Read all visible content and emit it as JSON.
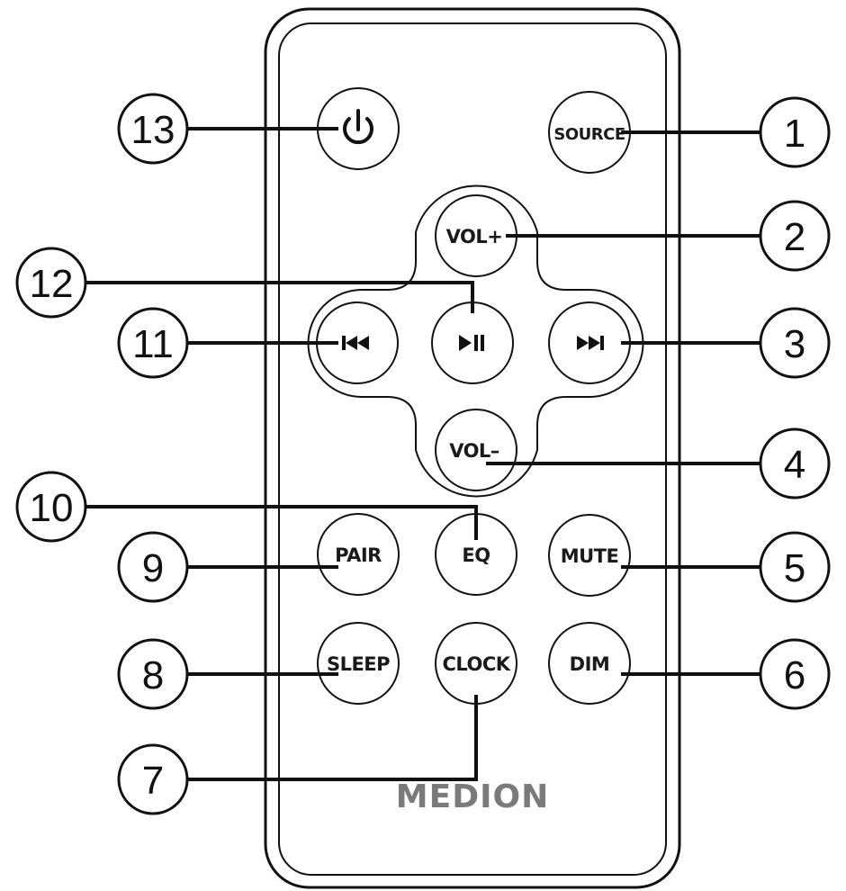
{
  "colors": {
    "outline": "#111111",
    "brand": "#7a7a7a",
    "background": "#ffffff"
  },
  "brand": "MEDION",
  "buttons": {
    "power": {
      "icon": "power-icon"
    },
    "source": {
      "label": "SOURCE"
    },
    "vol_plus": {
      "label": "VOL+"
    },
    "prev": {
      "icon": "skip-previous-icon"
    },
    "play_pause": {
      "icon": "play-pause-icon"
    },
    "next": {
      "icon": "skip-next-icon"
    },
    "vol_minus": {
      "label": "VOL–"
    },
    "pair": {
      "label": "PAIR"
    },
    "eq": {
      "label": "EQ"
    },
    "mute": {
      "label": "MUTE"
    },
    "sleep": {
      "label": "SLEEP"
    },
    "clock": {
      "label": "CLOCK"
    },
    "dim": {
      "label": "DIM"
    }
  },
  "callouts": {
    "c1": "1",
    "c2": "2",
    "c3": "3",
    "c4": "4",
    "c5": "5",
    "c6": "6",
    "c7": "7",
    "c8": "8",
    "c9": "9",
    "c10": "10",
    "c11": "11",
    "c12": "12",
    "c13": "13"
  }
}
